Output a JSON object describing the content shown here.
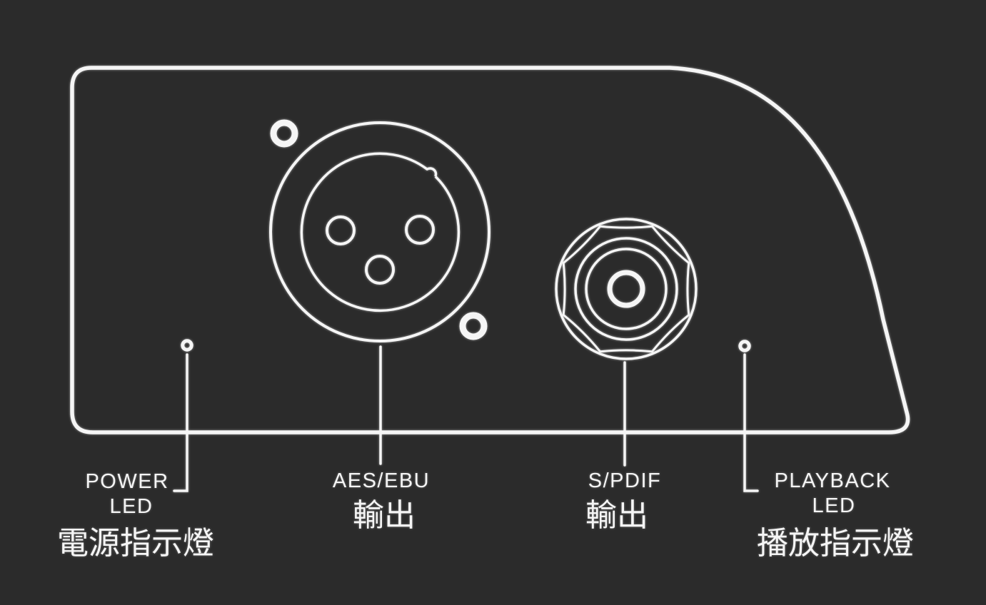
{
  "diagram": {
    "colors": {
      "background": "#2b2b2b",
      "line": "#f5f5f5",
      "text": "#f5f5f5"
    },
    "icons": {
      "panel": "device-panel-outline",
      "xlr": "xlr-3pin-connector-icon",
      "rca": "rca-coaxial-connector-icon",
      "power_led": "power-led-dot-icon",
      "playback_led": "playback-led-dot-icon"
    },
    "labels": {
      "power": {
        "line1": "POWER",
        "line2": "LED",
        "zh": "電源指示燈"
      },
      "aes_ebu": {
        "en": "AES/EBU",
        "zh": "輸出"
      },
      "spdif": {
        "en": "S/PDIF",
        "zh": "輸出"
      },
      "playback": {
        "line1": "PLAYBACK",
        "line2": "LED",
        "zh": "播放指示燈"
      }
    }
  }
}
